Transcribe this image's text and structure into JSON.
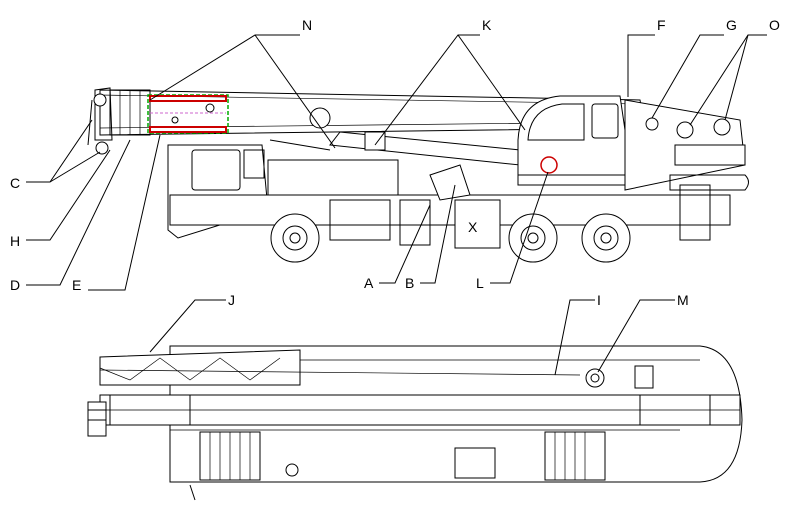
{
  "labels": {
    "N": "N",
    "K": "K",
    "F": "F",
    "G": "G",
    "O": "O",
    "C": "C",
    "H": "H",
    "D": "D",
    "E": "E",
    "A": "A",
    "B": "B",
    "L": "L",
    "J": "J",
    "I": "I",
    "M": "M"
  },
  "plate_mark": "X",
  "colors": {
    "highlight_red": "#cc0000",
    "highlight_green": "#00aa00",
    "line": "#000000"
  }
}
